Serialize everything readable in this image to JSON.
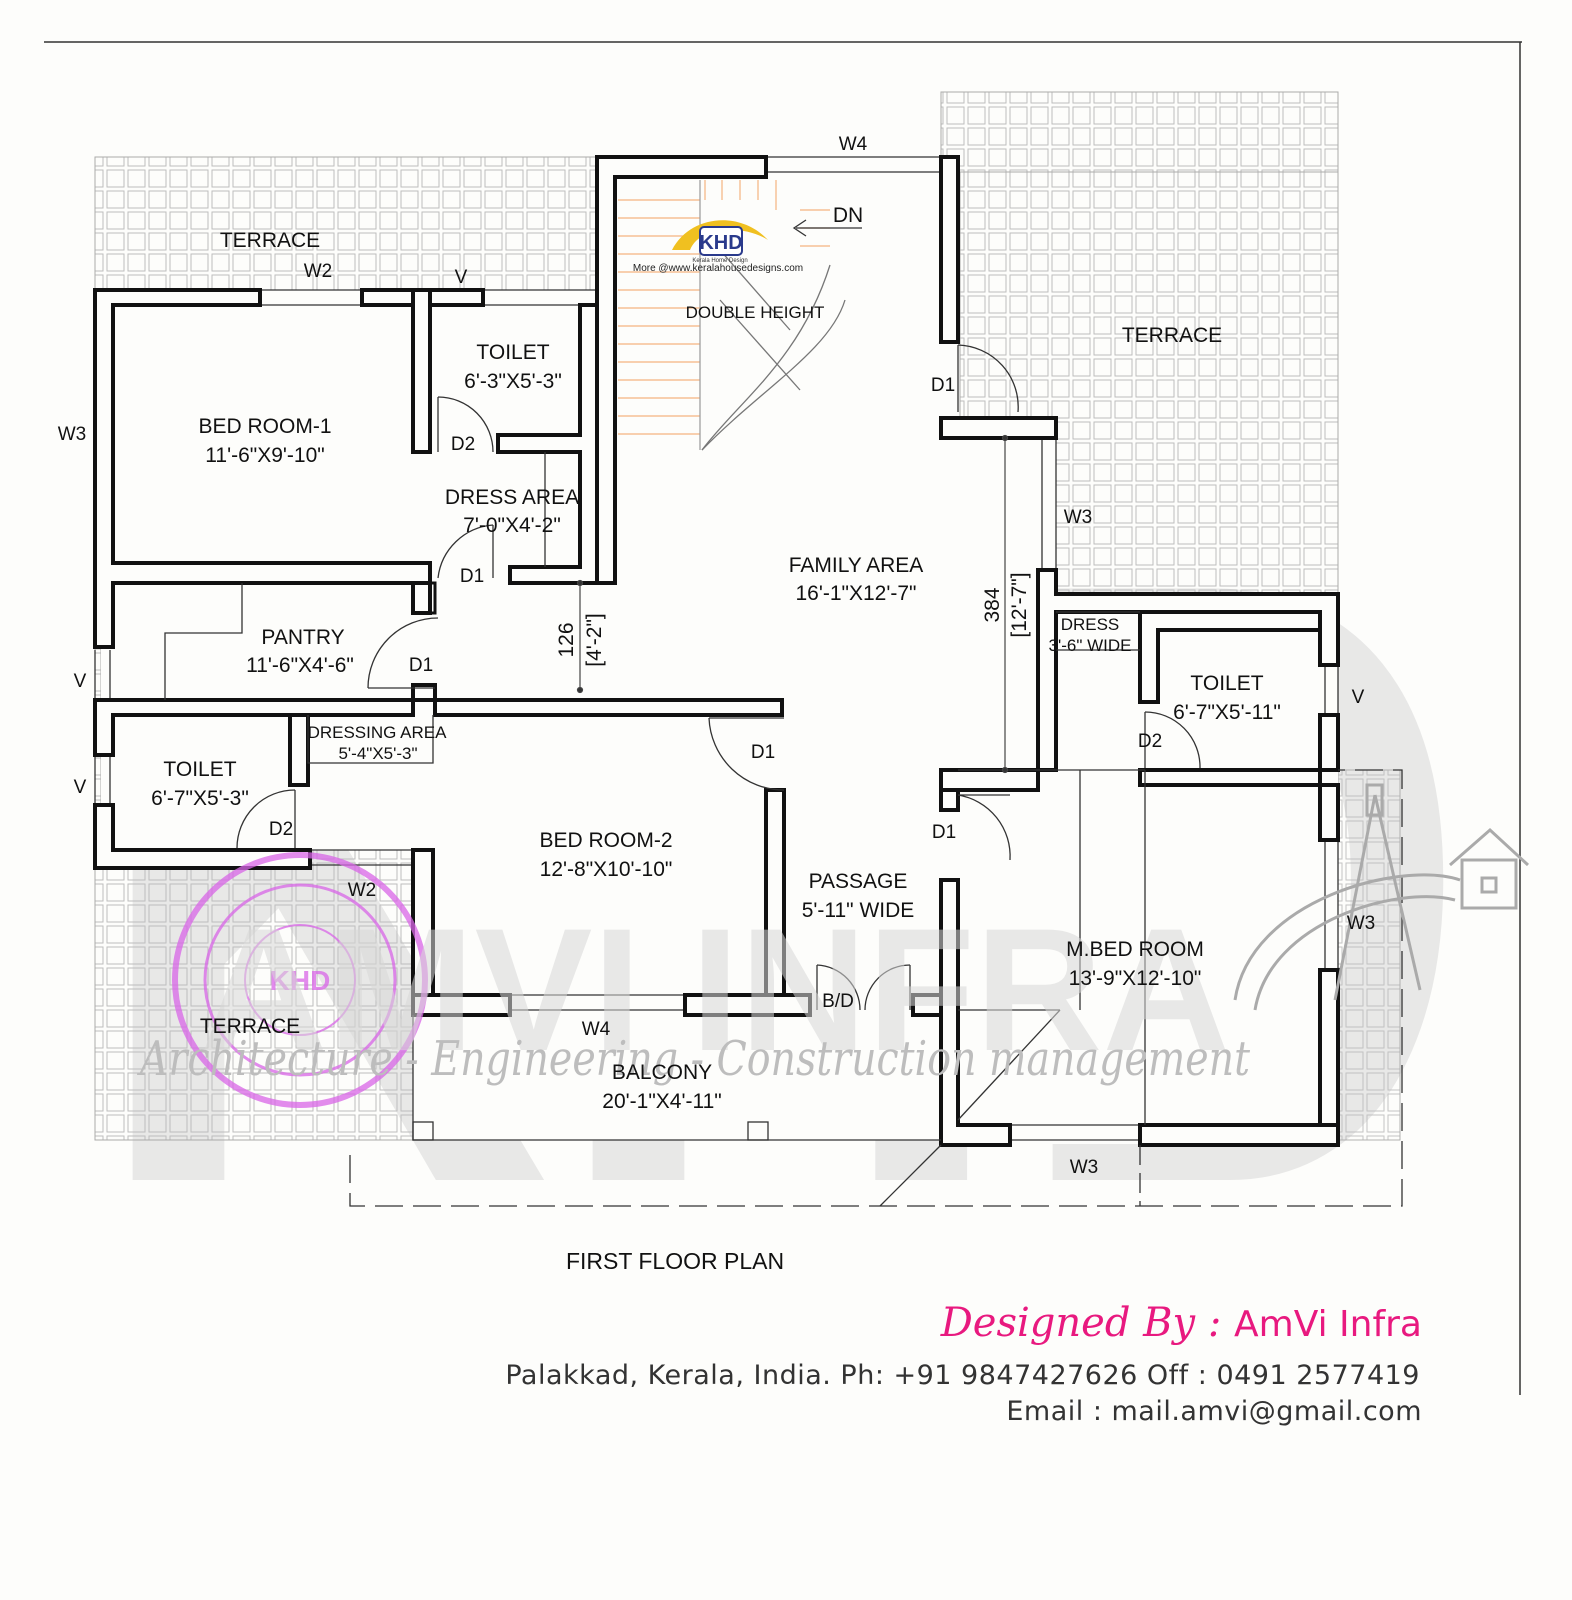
{
  "title": "FIRST  FLOOR  PLAN",
  "rooms": {
    "terrace_tl": "TERRACE",
    "terrace_tr": "TERRACE",
    "terrace_bl": "TERRACE",
    "bed1_name": "BED ROOM-1",
    "bed1_size": "11'-6\"X9'-10\"",
    "toilet1_name": "TOILET",
    "toilet1_size": "6'-3\"X5'-3\"",
    "dress_name": "DRESS AREA",
    "dress_size": "7'-0\"X4'-2\"",
    "double_height": "DOUBLE HEIGHT",
    "dn": "DN",
    "family_name": "FAMILY AREA",
    "family_size": "16'-1\"X12'-7\"",
    "pantry_name": "PANTRY",
    "pantry_size": "11'-6\"X4'-6\"",
    "dressing_name": "DRESSING AREA",
    "dressing_size": "5'-4\"X5'-3\"",
    "toilet2_name": "TOILET",
    "toilet2_size": "6'-7\"X5'-3\"",
    "bed2_name": "BED ROOM-2",
    "bed2_size": "12'-8\"X10'-10\"",
    "passage_name": "PASSAGE",
    "passage_size": "5'-11\" WIDE",
    "balcony_name": "BALCONY",
    "balcony_size": "20'-1\"X4'-11\"",
    "dress3_name": "DRESS",
    "dress3_size": "3'-6\" WIDE",
    "toilet3_name": "TOILET",
    "toilet3_size": "6'-7\"X5'-11\"",
    "mbed_name": "M.BED ROOM",
    "mbed_size": "13'-9\"X12'-10\""
  },
  "tags": {
    "w4_top": "W4",
    "w2_top": "W2",
    "v_top": "V",
    "w3_left": "W3",
    "d2_a": "D2",
    "d1_a": "D1",
    "d1_b": "D1",
    "d1_c": "D1",
    "w3_mid": "W3",
    "v_left1": "V",
    "v_left2": "V",
    "d2_b": "D2",
    "w2_bot": "W2",
    "d1_d": "D1",
    "d1_e": "D1",
    "bd": "B/D",
    "w4_bot": "W4",
    "d2_c": "D2",
    "v_right": "V",
    "w3_right": "W3",
    "w3_bot": "W3"
  },
  "dims": {
    "d126": "126",
    "d126_ft": "[4'-2\"]",
    "d384": "384",
    "d384_ft": "[12'-7\"]"
  },
  "watermarks": {
    "khd_logo": "KHD",
    "khd_sub": "Kerala Home Design",
    "khd_url": "More @www.keralahousedesigns.com",
    "stamp_text": "KHD",
    "amvi": "AMVI INFRA",
    "tagline": "Architecture - Engineering - Construction management"
  },
  "footer": {
    "designed_by": "Designed By : ",
    "company": "AmVi Infra",
    "address": "Palakkad, Kerala, India.  Ph: +91 9847427626 Off : 0491 2577419",
    "email": "Email : mail.amvi@gmail.com"
  },
  "colors": {
    "wall": "#111111",
    "brand_pink": "#e8197f",
    "stamp_violet": "#d966e8",
    "stair_orange": "#f5b480"
  }
}
